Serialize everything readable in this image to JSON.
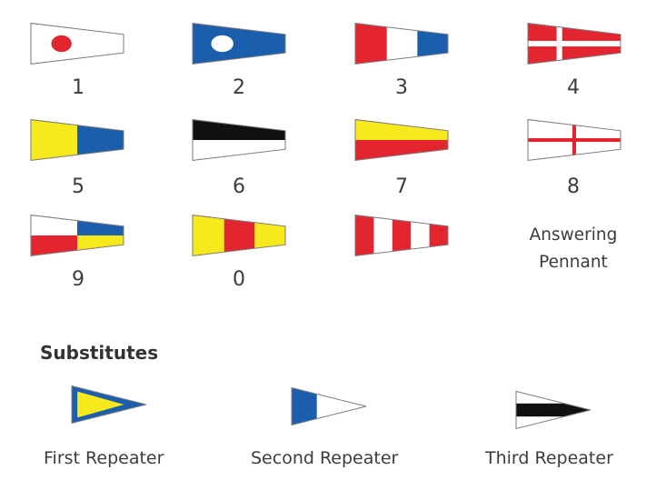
{
  "flags": [
    {
      "label": "1"
    },
    {
      "label": "2"
    },
    {
      "label": "3"
    },
    {
      "label": "4"
    },
    {
      "label": "5"
    },
    {
      "label": "6"
    },
    {
      "label": "7"
    },
    {
      "label": "8"
    },
    {
      "label": "9"
    },
    {
      "label": "0"
    },
    {
      "label": ""
    },
    {
      "label_line1": "Answering",
      "label_line2": "Pennant"
    }
  ],
  "substitutes": {
    "title": "Substitutes",
    "items": [
      {
        "label": "First Repeater"
      },
      {
        "label": "Second Repeater"
      },
      {
        "label": "Third Repeater"
      }
    ]
  },
  "colors": {
    "red": "#e32530",
    "blue": "#1b5eae",
    "yellow": "#f6ea1c",
    "black": "#111111",
    "white": "#ffffff",
    "outline": "#7d7d7d"
  }
}
